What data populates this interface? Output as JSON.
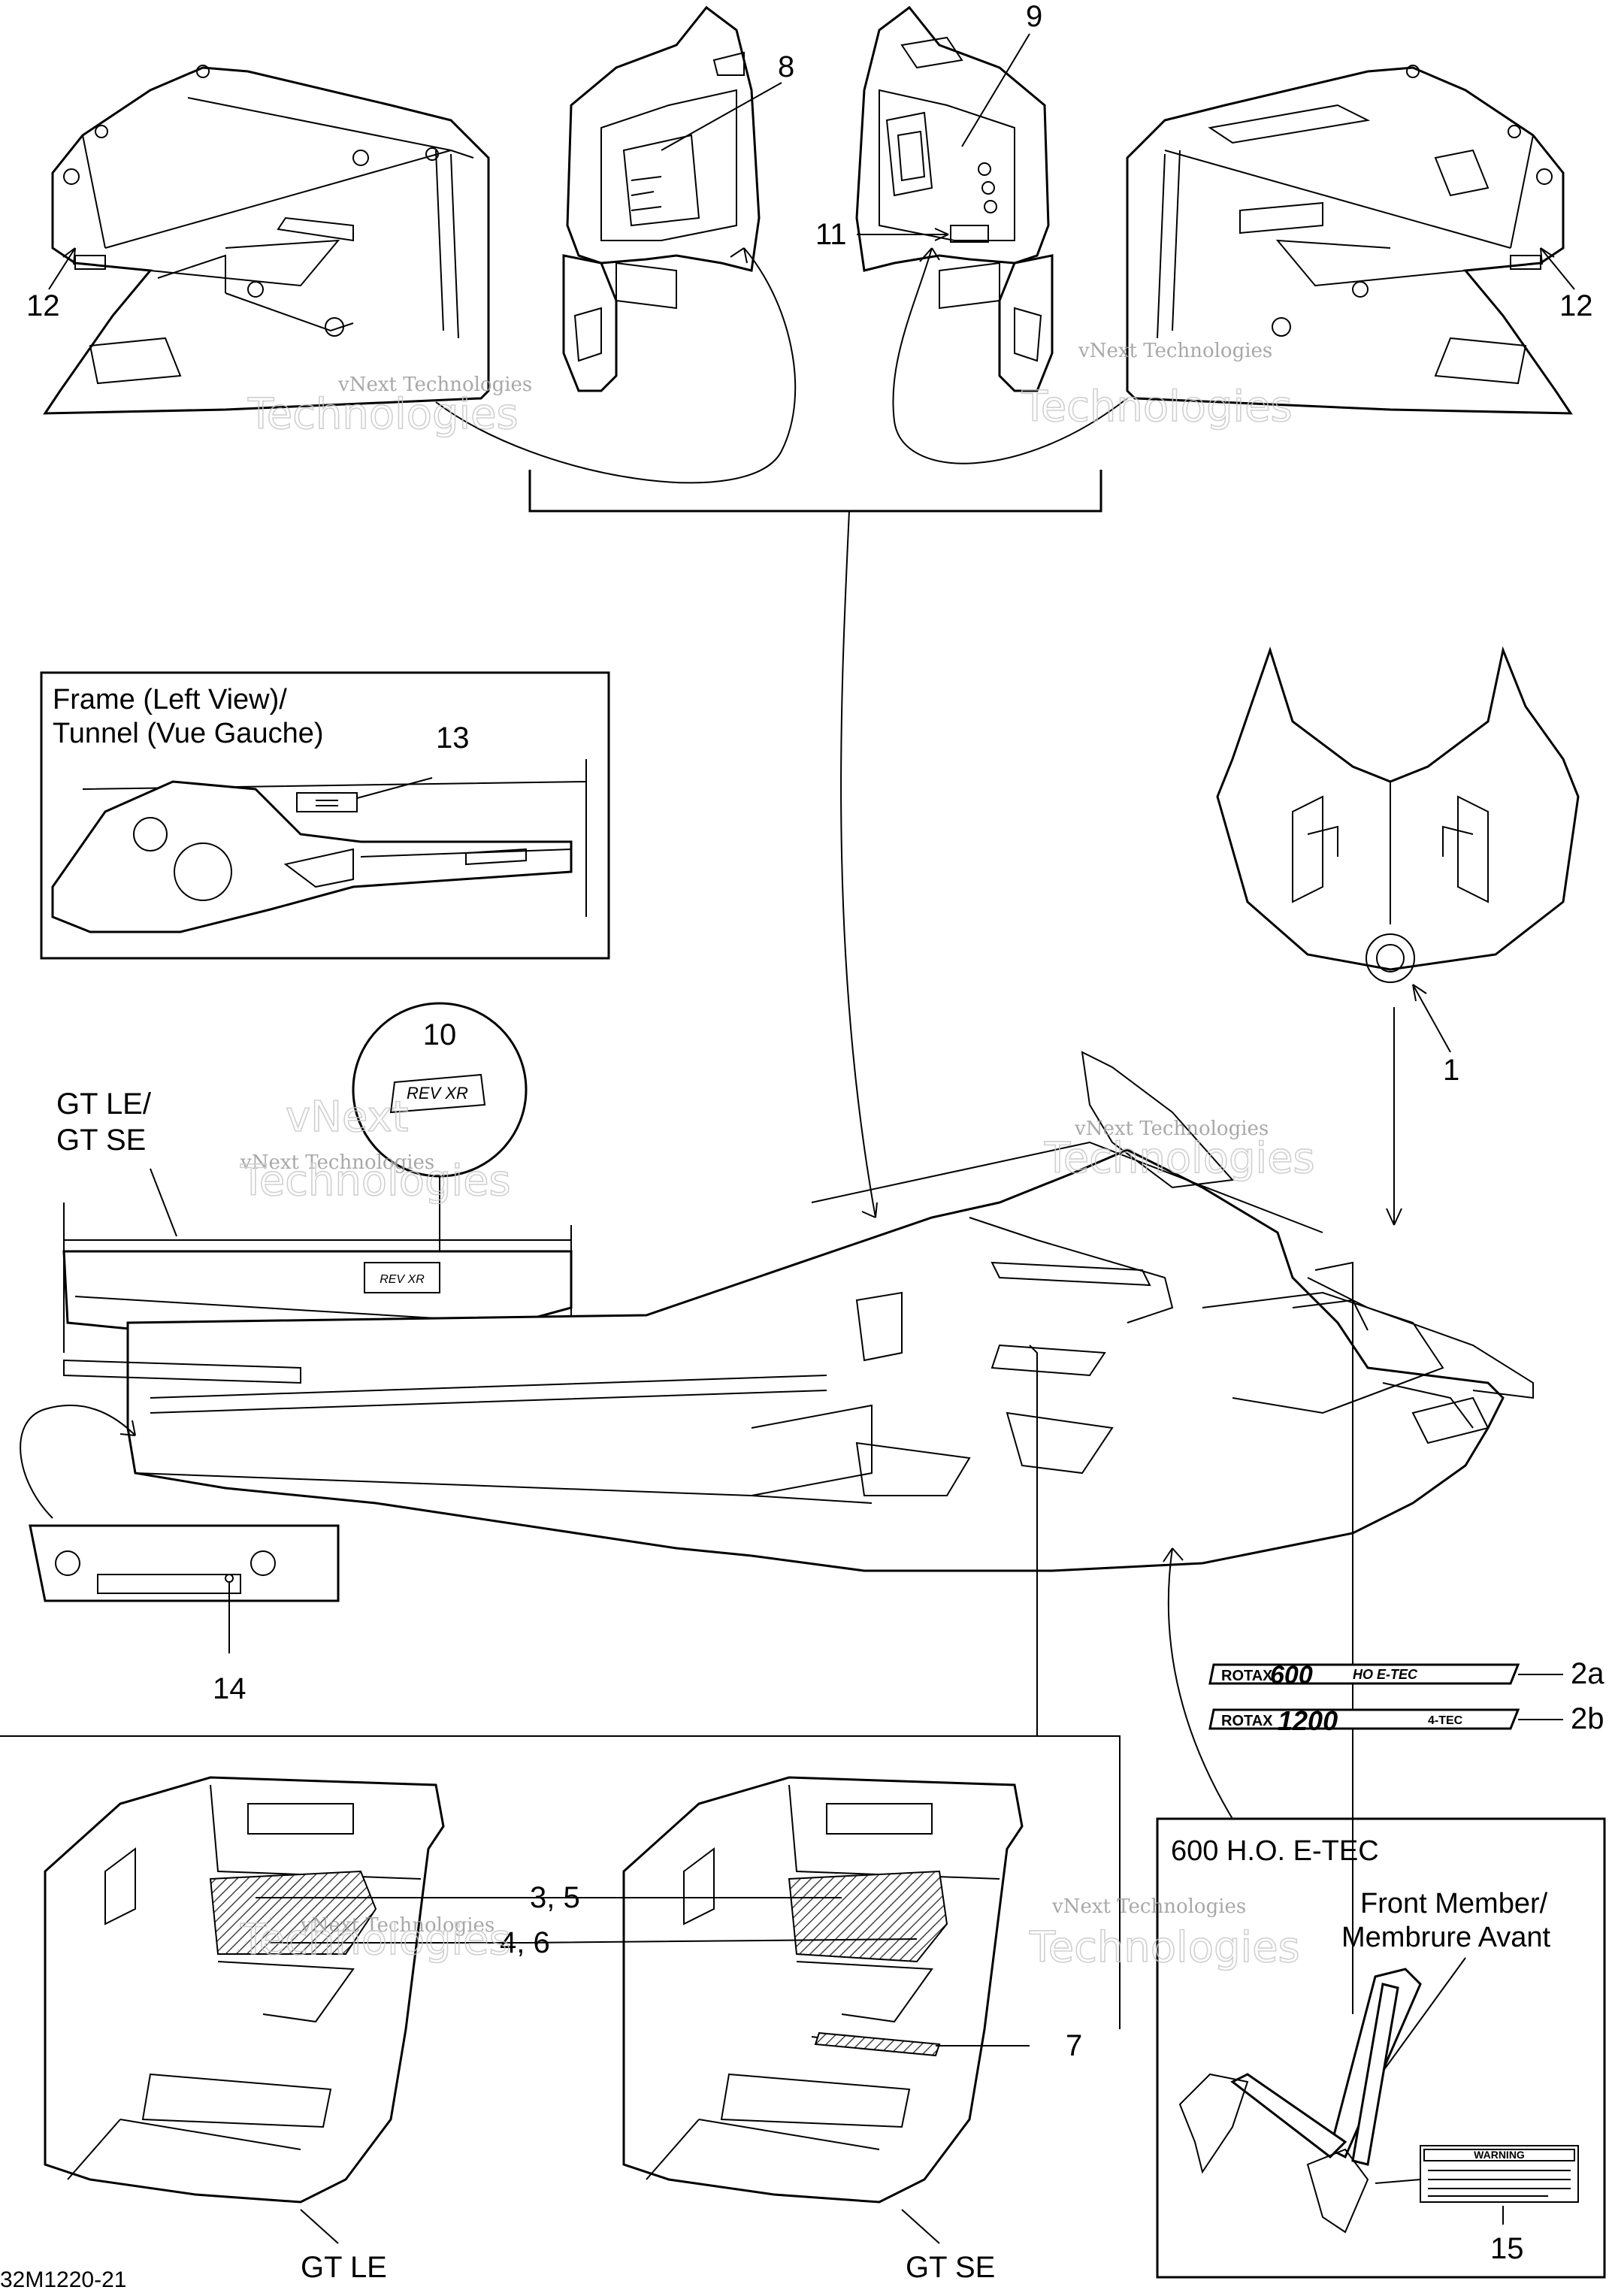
{
  "diagram": {
    "callouts": {
      "c1": "1",
      "c2a": "2a",
      "c2b": "2b",
      "c35": "3, 5",
      "c46": "4, 6",
      "c7": "7",
      "c8": "8",
      "c9": "9",
      "c10": "10",
      "c11": "11",
      "c12": "12",
      "c13": "13",
      "c14": "14",
      "c15": "15"
    },
    "frame_box": {
      "title_line1": "Frame (Left View)/",
      "title_line2": "Tunnel (Vue Gauche)"
    },
    "gt_labels": {
      "top_line1": "GT LE/",
      "top_line2": "GT SE",
      "gt_le": "GT LE",
      "gt_se": "GT SE"
    },
    "engine_box": {
      "title": "600 H.O. E-TEC",
      "member_line1": "Front Member/",
      "member_line2": "Membrure Avant",
      "warning_label": "WARNING"
    },
    "decals": {
      "rotax600_brand": "ROTAX",
      "rotax600_model": "600",
      "rotax600_suffix": "HO E-TEC",
      "rotax1200_brand": "ROTAX",
      "rotax1200_model": "1200",
      "rotax1200_suffix": "4-TEC",
      "rev_xr": "REV XR"
    },
    "watermark": {
      "line1": "vNext Technologies",
      "line2": "vNext",
      "line3": "Technologies"
    },
    "figure_code": "32M1220-21"
  }
}
